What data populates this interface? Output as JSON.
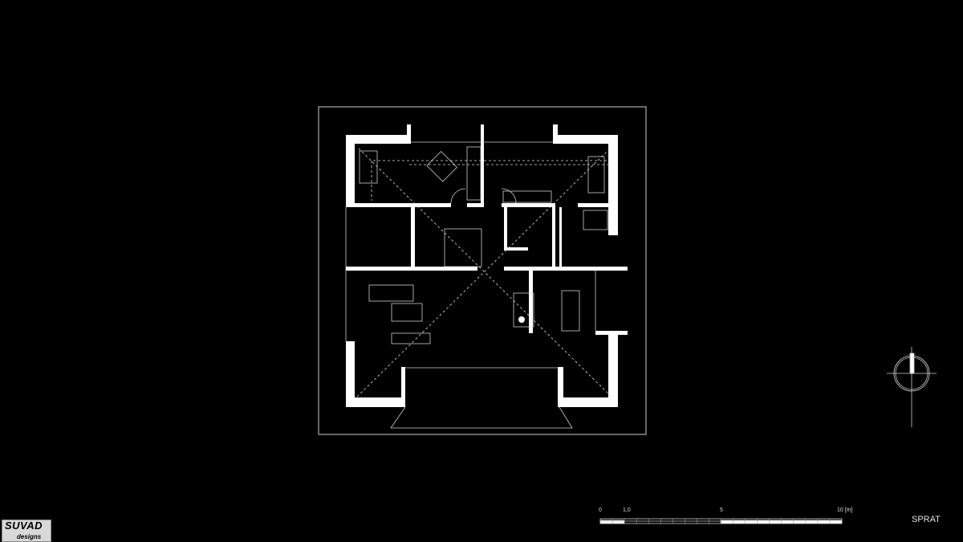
{
  "sheet": {
    "title": "SPRAT"
  },
  "scale_bar": {
    "labels": [
      "0",
      "1,0",
      "5",
      "10 [m]"
    ],
    "unit": "m",
    "max": 10
  },
  "logo": {
    "main": "SUVAD",
    "sub": "designs"
  },
  "colors": {
    "background": "#000000",
    "walls": "#ffffff",
    "lines": "#cccccc"
  }
}
